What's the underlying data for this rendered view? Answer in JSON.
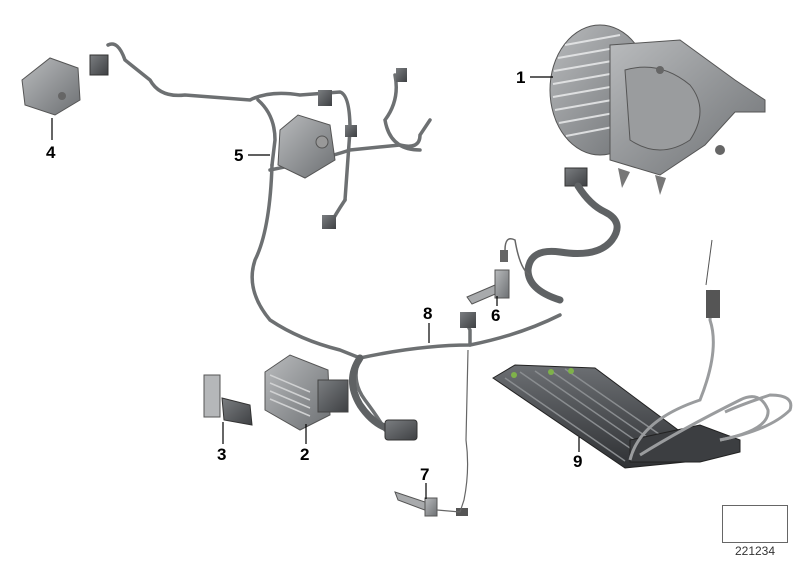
{
  "diagram": {
    "type": "exploded parts diagram",
    "callouts": [
      {
        "id": "1",
        "label": "1",
        "part": "blower motor"
      },
      {
        "id": "2",
        "label": "2",
        "part": "blower resistor / power module"
      },
      {
        "id": "3",
        "label": "3",
        "part": "resistor"
      },
      {
        "id": "4",
        "label": "4",
        "part": "actuator"
      },
      {
        "id": "5",
        "label": "5",
        "part": "actuator"
      },
      {
        "id": "6",
        "label": "6",
        "part": "temperature sensor"
      },
      {
        "id": "7",
        "label": "7",
        "part": "temperature sensor"
      },
      {
        "id": "8",
        "label": "8",
        "part": "wiring harness"
      },
      {
        "id": "9",
        "label": "9",
        "part": "electric heater element"
      }
    ],
    "reference_number": "221234",
    "colors": {
      "background": "#ffffff",
      "part_gray": "#8a8c8e",
      "part_dark": "#4a4c4f",
      "cable": "#6e7173",
      "label": "#000000",
      "heater_led": "#7fb24a"
    }
  }
}
